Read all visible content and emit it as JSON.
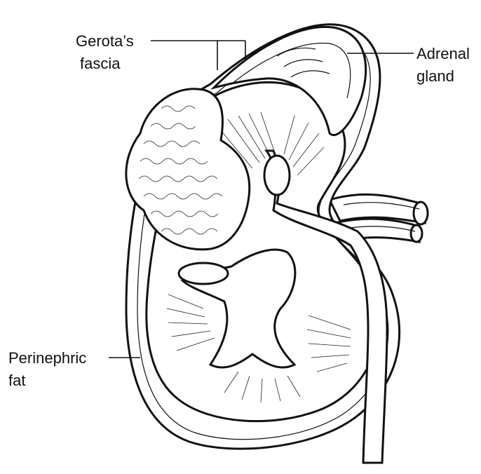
{
  "labels": {
    "gerota_line1": "Gerota’s",
    "gerota_line2": "fascia",
    "adrenal_line1": "Adrenal",
    "adrenal_line2": "gland",
    "perinephric_line1": "Perinephric",
    "perinephric_line2": "fat"
  },
  "colors": {
    "ink": "#111111",
    "paper": "#ffffff"
  }
}
